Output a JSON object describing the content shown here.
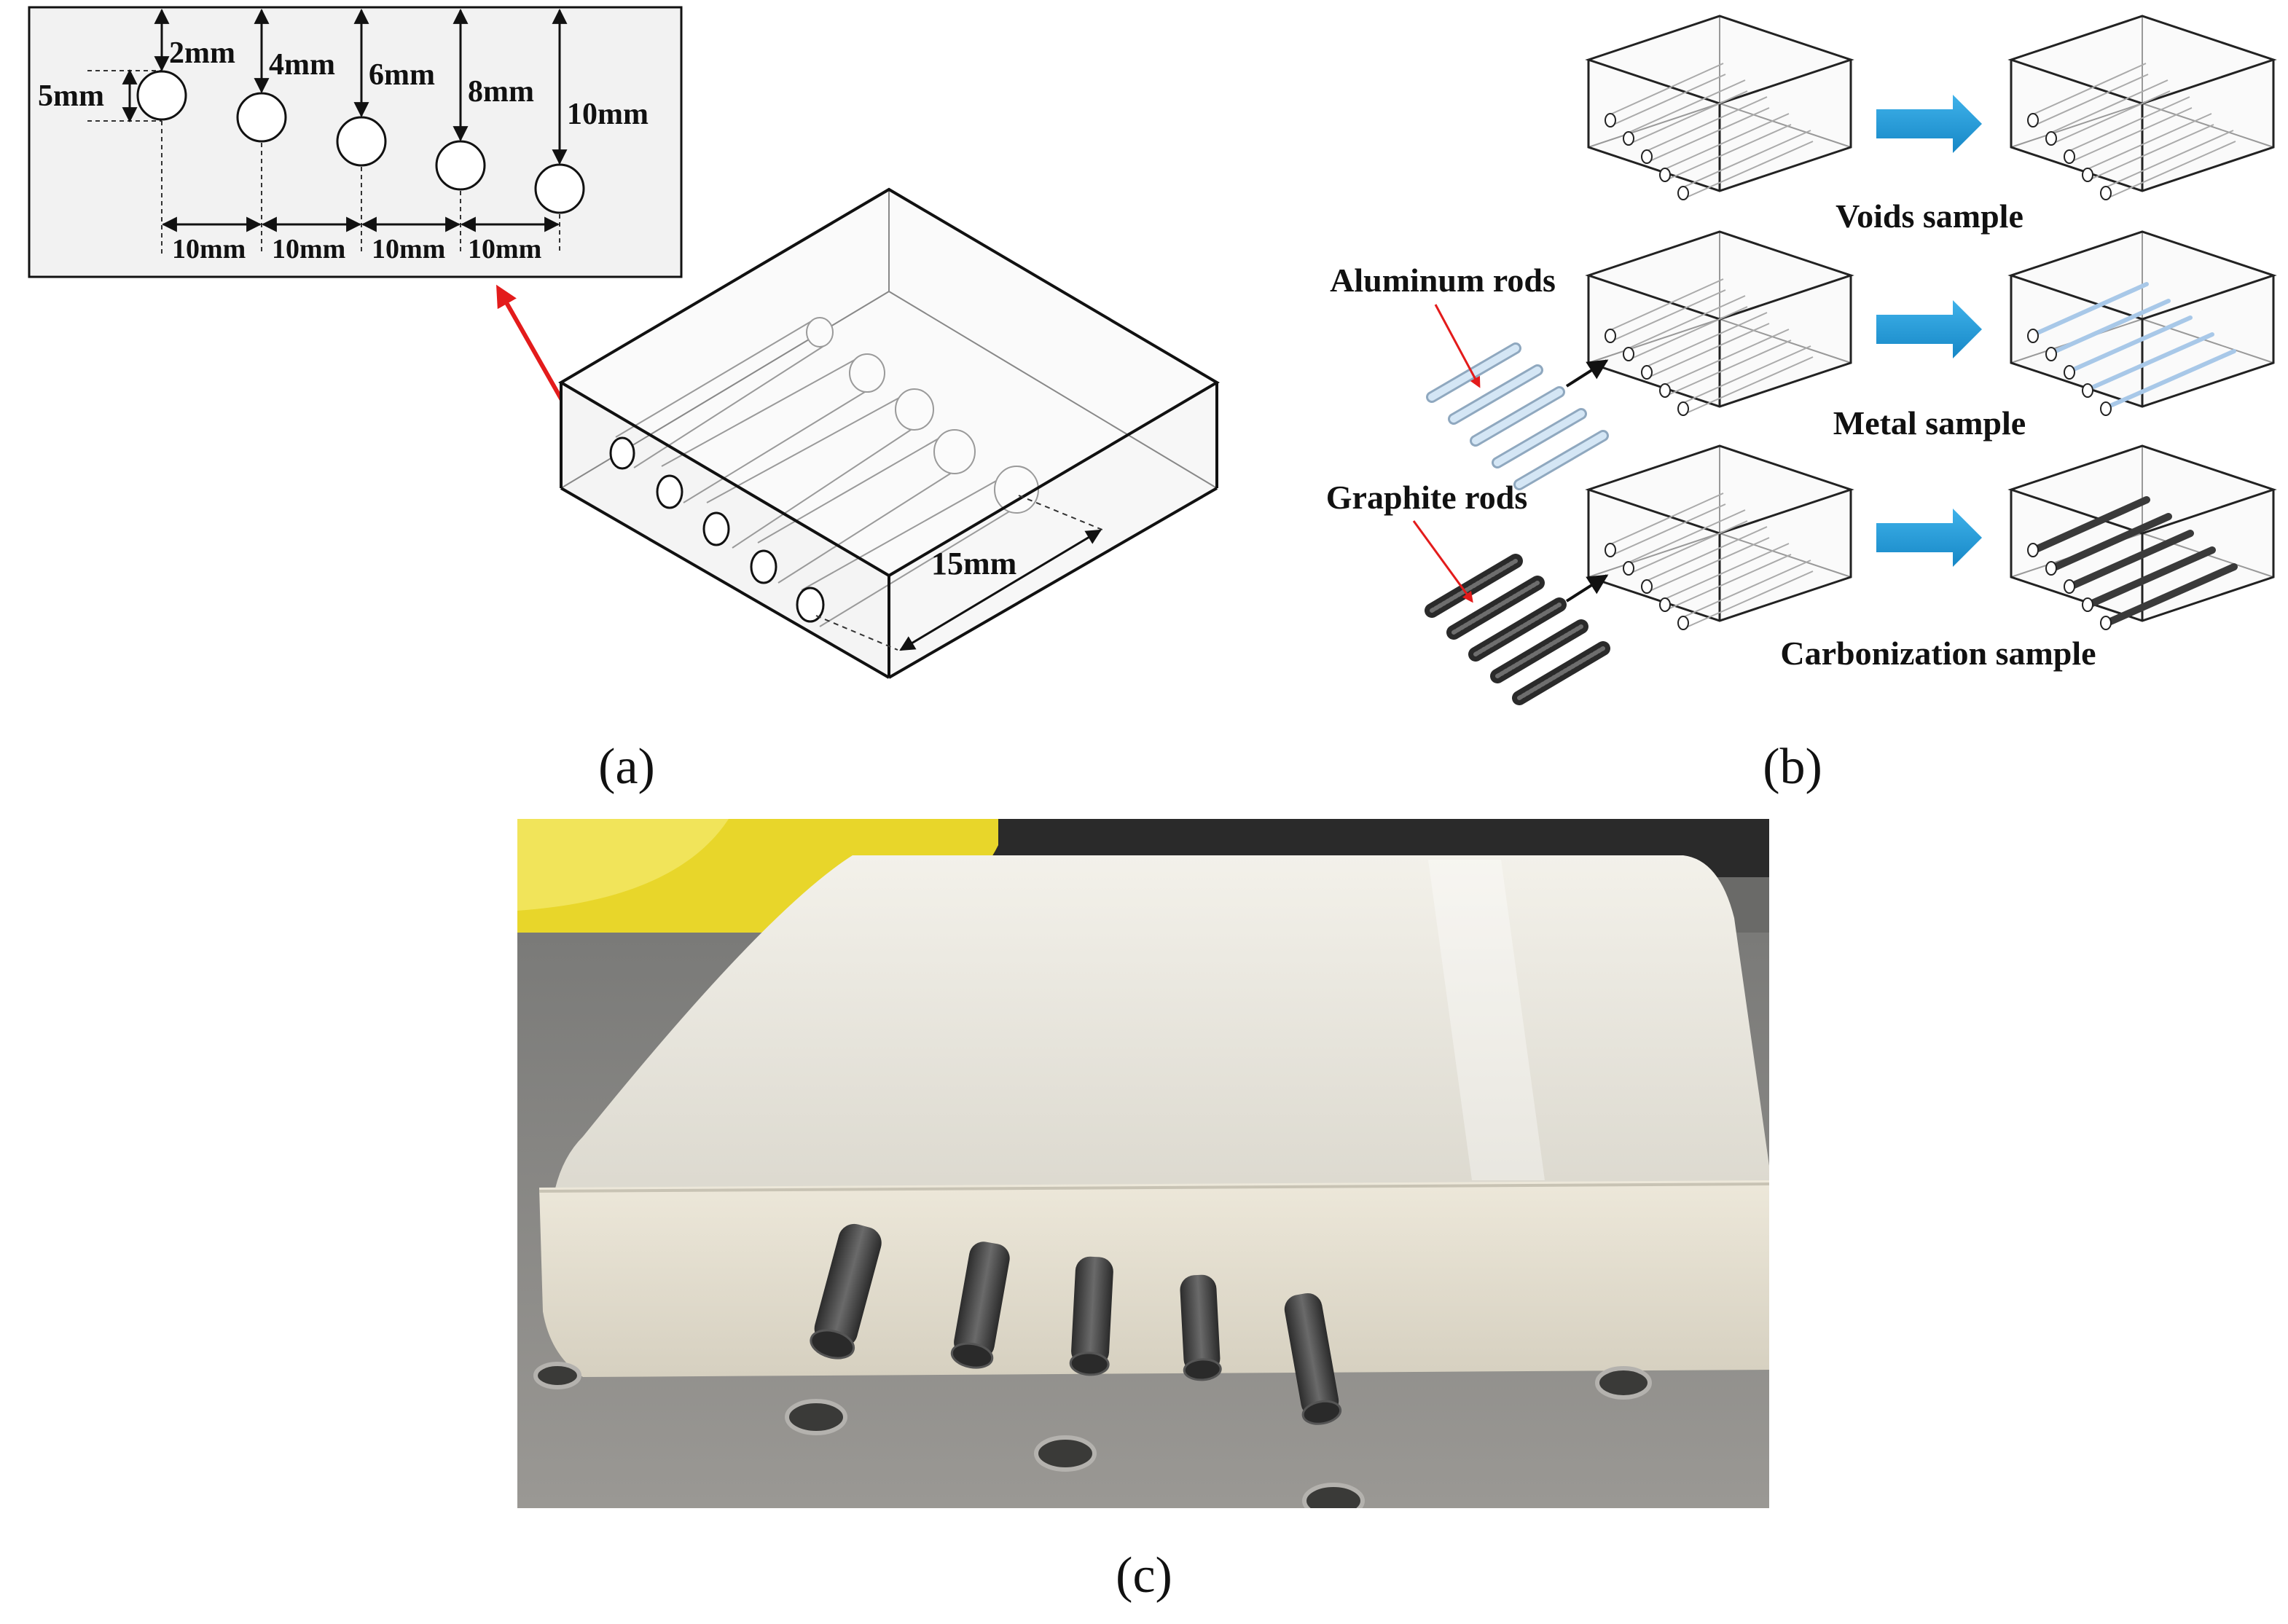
{
  "panel_a": {
    "letter": "(a)",
    "inset": {
      "depths": [
        "2mm",
        "4mm",
        "6mm",
        "8mm",
        "10mm"
      ],
      "diameter": "5mm",
      "spacings": [
        "10mm",
        "10mm",
        "10mm",
        "10mm"
      ]
    },
    "length_label": "15mm"
  },
  "panel_b": {
    "letter": "(b)",
    "row_labels": [
      "Voids sample",
      "Metal sample",
      "Carbonization sample"
    ],
    "rod_labels": [
      "Aluminum rods",
      "Graphite rods"
    ]
  },
  "panel_c": {
    "letter": "(c)"
  },
  "colors": {
    "arrow_red": "#e31b1b",
    "process_arrow": "#1a9ad9",
    "aluminum_rod": "#a8c8e8",
    "graphite_rod": "#3a3a3a",
    "sample_body": "#ece8dc"
  }
}
